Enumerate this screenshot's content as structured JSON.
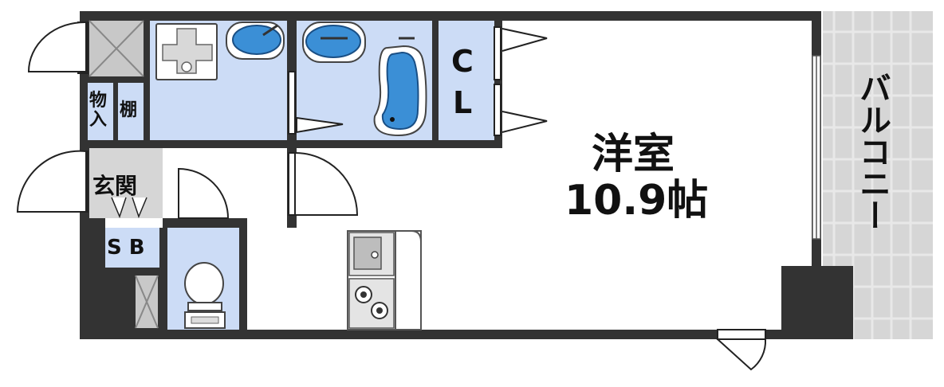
{
  "rooms": {
    "western_room": "洋室",
    "area": "10.9帖",
    "closet_c": "C",
    "closet_l": "L",
    "balcony": "バルコニー",
    "entrance": "玄関",
    "storage_1": "物",
    "storage_2": "入",
    "shelf": "棚",
    "shoe_box": "S B"
  },
  "colors": {
    "wall": "#333333",
    "wet_area": "#ccdcf6",
    "balcony": "#d4d4d4",
    "entrance_floor": "#d6d6d6",
    "fixture_blue": "#3b8fd6",
    "pillar_box": "#c8c8c8"
  }
}
